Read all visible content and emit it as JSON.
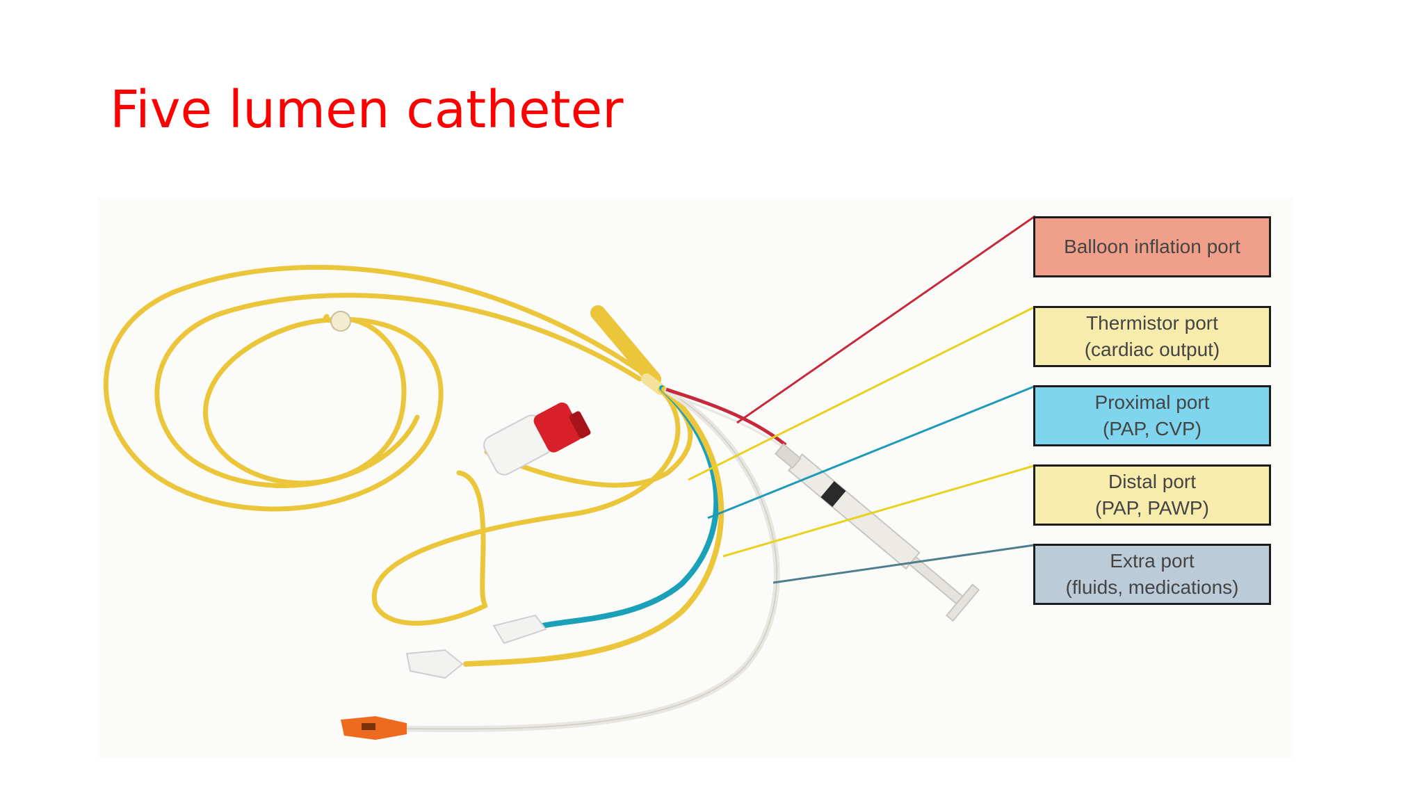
{
  "slide": {
    "title": "Five lumen catheter",
    "title_color": "#ff0000"
  },
  "ports": [
    {
      "line1": "Balloon inflation port",
      "line2": "",
      "fill": "#f0a08a",
      "leader": "#c62a3a"
    },
    {
      "line1": "Thermistor port",
      "line2": "(cardiac output)",
      "fill": "#f7ecac",
      "leader": "#e8d21e"
    },
    {
      "line1": "Proximal port",
      "line2": "(PAP, CVP)",
      "fill": "#7fd4ee",
      "leader": "#1e9ab8"
    },
    {
      "line1": "Distal port",
      "line2": "(PAP, PAWP)",
      "fill": "#f7ecac",
      "leader": "#e8d21e"
    },
    {
      "line1": "Extra port",
      "line2": "(fluids, medications)",
      "fill": "#bccbd8",
      "leader": "#4f7d8c"
    }
  ],
  "colors": {
    "catheter_yellow": "#ecc63a",
    "lumen_blue": "#1aa0b8",
    "lumen_white": "#e8e6e1",
    "hub_orange": "#ee6a1e",
    "connector_red": "#d8202a"
  }
}
